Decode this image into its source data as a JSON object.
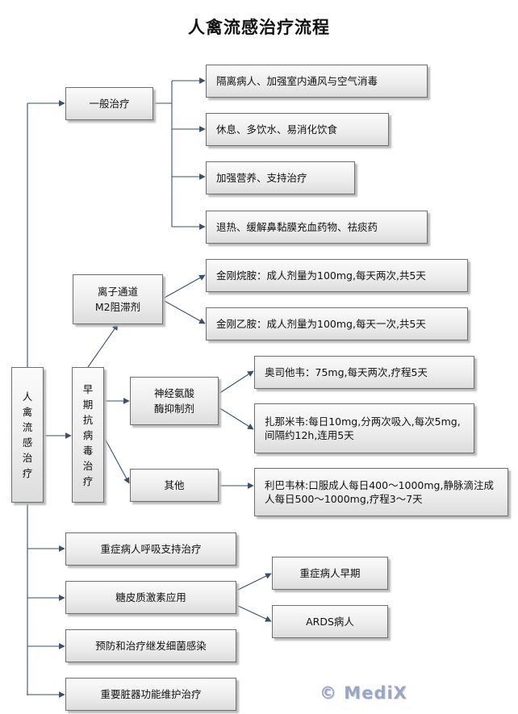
{
  "title": "人禽流感治疗流程",
  "root": "人禽流感治疗",
  "general": {
    "label": "一般治疗",
    "items": [
      "隔离病人、加强室内通风与空气消毒",
      "休息、多饮水、易消化饮食",
      "加强营养、支持治疗",
      "退热、缓解鼻黏膜充血药物、祛痰药"
    ]
  },
  "antiviral": {
    "label": "早期抗病毒治疗",
    "m2": {
      "label_line1": "离子通道",
      "label_line2": "M2阻滞剂",
      "items": [
        "金刚烷胺：成人剂量为100mg,每天两次,共5天",
        "金刚乙胺：成人剂量为100mg,每天一次,共5天"
      ]
    },
    "neuraminidase": {
      "label_line1": "神经氨酸",
      "label_line2": "酶抑制剂",
      "items": [
        "奥司他韦：75mg,每天两次,疗程5天",
        "扎那米韦:每日10mg,分两次吸入,每次5mg,间隔约12h,连用5天"
      ]
    },
    "other": {
      "label": "其他",
      "item": "利巴韦林:口服成人每日400～1000mg,静脉滴注成人每日500～1000mg,疗程3～7天"
    }
  },
  "respiratory": "重症病人呼吸支持治疗",
  "steroid": {
    "label": "糖皮质激素应用",
    "items": [
      "重症病人早期",
      "ARDS病人"
    ]
  },
  "infection": "预防和治疗继发细菌感染",
  "organ": "重要脏器功能维护治疗",
  "watermark": "© MediX"
}
